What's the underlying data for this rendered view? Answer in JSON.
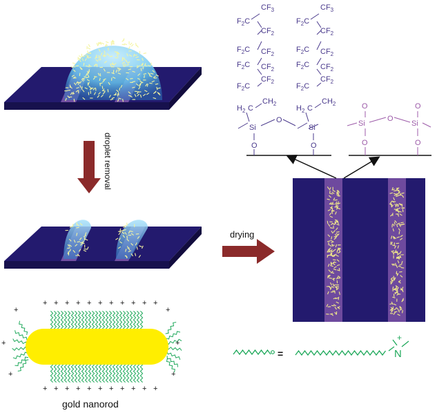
{
  "labels": {
    "droplet_removal": "droplet removal",
    "drying": "drying",
    "gold_nanorod": "gold nanorod",
    "equals": "=",
    "plus": "+",
    "nitrogen": "N"
  },
  "chemistry": {
    "cf3": "CF",
    "cf3_sub": "3",
    "cf2_right": "CF",
    "cf2_sub": "2",
    "f2c_left": "F",
    "f2c_sub": "2",
    "f2c_c": "C",
    "h2c": "H",
    "h2c_sub": "2",
    "ch2": "CH",
    "si": "Si",
    "o": "O"
  },
  "colors": {
    "substrate": "#231a6e",
    "stripe": "#6e4a9e",
    "droplet": "#66c4ee",
    "arrow_red": "#8b2a2a",
    "nanorod": "#ffee00",
    "ligand_green": "#1ea85a",
    "chem_text": "#4a3a8c",
    "silanol_text": "#9c5aa8"
  }
}
